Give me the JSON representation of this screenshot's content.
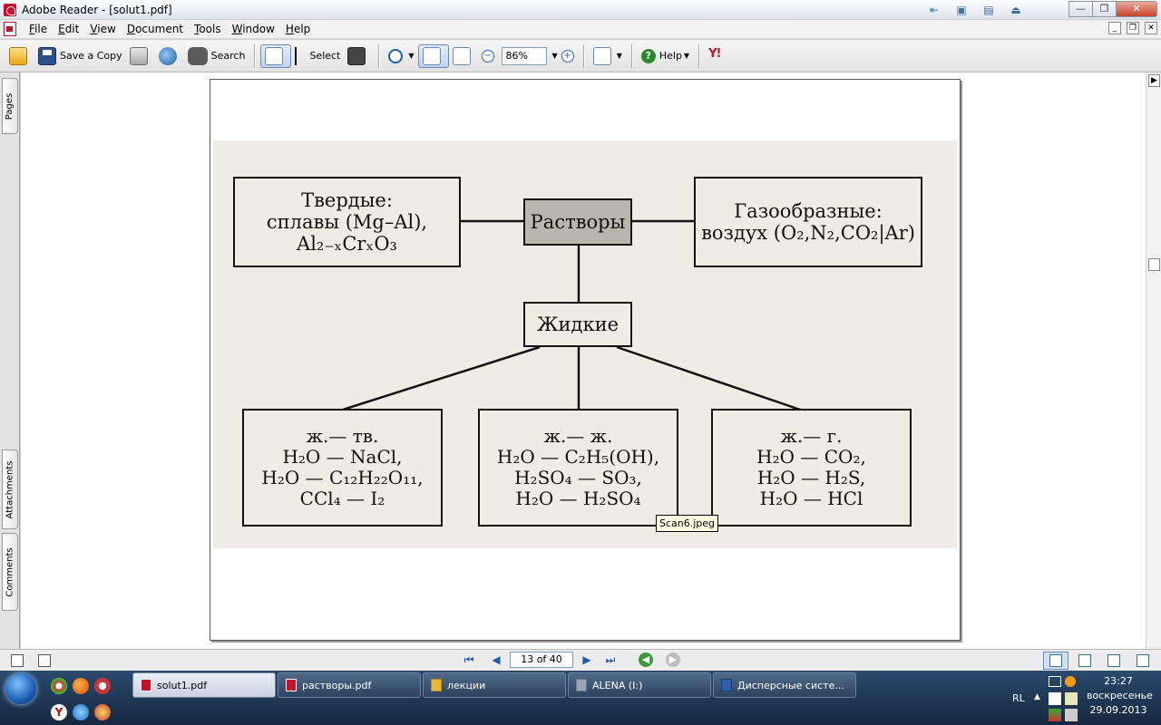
{
  "window": {
    "title": "Adobe Reader - [solut1.pdf]"
  },
  "menu": {
    "items": [
      "File",
      "Edit",
      "View",
      "Document",
      "Tools",
      "Window",
      "Help"
    ]
  },
  "toolbar": {
    "save_copy_label": "Save a Copy",
    "search_label": "Search",
    "select_label": "Select",
    "zoom_value": "86%",
    "help_label": "Help",
    "yahoo_label": "Y!"
  },
  "side_tabs": {
    "pages": "Pages",
    "attachments": "Attachments",
    "comments": "Comments"
  },
  "diagram": {
    "solid": [
      "Твердые:",
      "сплавы (Mg–Al),",
      "Al₂₋ₓCrₓO₃"
    ],
    "center": "Растворы",
    "gas": [
      "Газообразные:",
      "воздух (O₂,N₂,CO₂|Ar)"
    ],
    "liquid": "Жидкие",
    "lsolid": [
      "ж.— тв.",
      "H₂O — NaCl,",
      "H₂O — C₁₂H₂₂O₁₁,",
      "CCl₄ — I₂"
    ],
    "lliquid": [
      "ж.— ж.",
      "H₂O — C₂H₅(OH),",
      "H₂SO₄ — SO₃,",
      "H₂O — H₂SO₄"
    ],
    "lgas": [
      "ж.— г.",
      "H₂O — CO₂,",
      "H₂O — H₂S,",
      "H₂O — HCl"
    ]
  },
  "tooltip": "Scan6.jpeg",
  "navigation": {
    "page_indicator": "13 of 40"
  },
  "taskbar": {
    "tasks": [
      "solut1.pdf",
      "растворы.pdf",
      "лекции",
      "ALENA (I:)",
      "Дисперсные систе..."
    ],
    "language": "RL",
    "time": "23:27",
    "day": "воскресенье",
    "date": "29.09.2013"
  }
}
